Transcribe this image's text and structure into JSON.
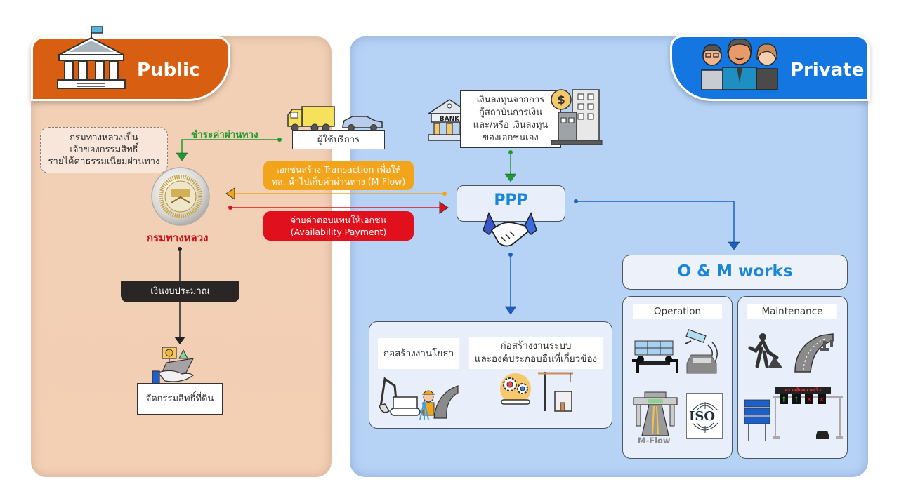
{
  "public_panel": {
    "title": "Public",
    "ownership_note": [
      "กรมทางหลวงเป็น",
      "เจ้าของกรรมสิทธิ์",
      "รายได้ค่าธรรมเนียมผ่านทาง"
    ],
    "toll_payment_label": "ชำระค่าผ่านทาง",
    "department_name": "กรมทางหลวง",
    "budget_label": "เงินงบประมาณ",
    "land_rights_label": "จัดกรรมสิทธิ์ที่ดิน"
  },
  "private_panel": {
    "title": "Private",
    "service_users_label": "ผู้ใช้บริการ",
    "investment_note": [
      "เงินลงทุนจากการ",
      "กู้สถาบันการเงิน",
      "และ/หรือ เงินลงทุน",
      "ของเอกชนเอง"
    ],
    "bank_icon_text": "BANK",
    "ppp_label": "PPP",
    "construction_card": {
      "civil_works_label": "ก่อสร้างงานโยธา",
      "systems_label": [
        "ก่อสร้างงานระบบ",
        "และองค์ประกอบอื่นที่เกี่ยวข้อง"
      ]
    },
    "om_works": {
      "title": "O & M works",
      "operation": {
        "label": "Operation",
        "mflow_label": "M-Flow",
        "iso_label": "ISO"
      },
      "maintenance": {
        "label": "Maintenance",
        "gantry_sign_text": "ตรวจจับความเร็ว"
      }
    }
  },
  "flows": {
    "mflow_transaction": [
      "เอกชนสร้าง Transaction เพื่อให้",
      "ทล. นำไปเก็บค่าผ่านทาง (M-Flow)"
    ],
    "availability_payment": [
      "จ่ายค่าตอบแทนให้เอกชน",
      "(Availability Payment)"
    ]
  },
  "colors": {
    "public_accent": "#d85f12",
    "private_accent": "#1476e0",
    "toll_flow": "#1f9a2e",
    "mflow": "#f2a51a",
    "availability": "#e0101c",
    "ppp_text": "#1a86d8",
    "budget_bar": "#2a2626"
  }
}
